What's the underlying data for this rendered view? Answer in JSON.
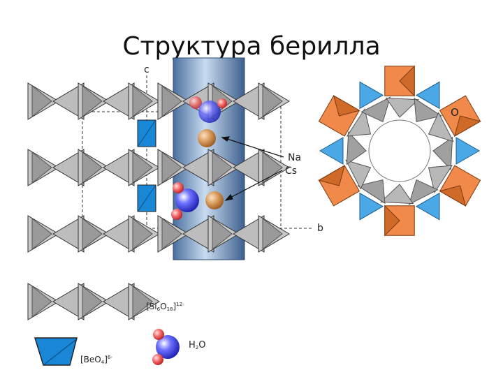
{
  "title": "Структура берилла",
  "axis_c": "c",
  "axis_b": "b",
  "label_na": "Na",
  "label_cs": "Cs",
  "label_o": "O",
  "legend": {
    "si_base": "[Si",
    "si_sub1": "6",
    "si_mid": "O",
    "si_sub2": "18",
    "si_close": "]",
    "si_charge": "12-",
    "be_base": "[BeO",
    "be_sub": "4",
    "be_close": "]",
    "be_charge": "6-",
    "h2o_h": "H",
    "h2o_sub": "2",
    "h2o_o": "O"
  },
  "colors": {
    "tetra_gray": "#bdbdbd",
    "beo4_blue": "#1a86d6",
    "channel": "#8fb0d6",
    "ring_orange": "#f0894a",
    "ring_blue": "#4aa8e6",
    "na_cs": "#d89a5a"
  }
}
